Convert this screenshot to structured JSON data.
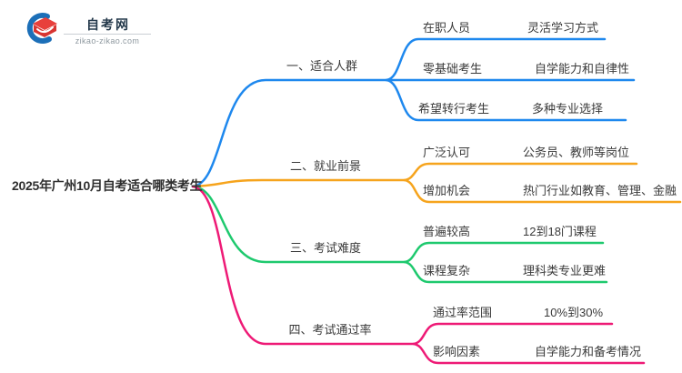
{
  "logo": {
    "name": "自考网",
    "domain": "zikao-zikao.com"
  },
  "root": {
    "title": "2025年广州10月自考适合哪类考生"
  },
  "branches": [
    {
      "label": "一、适合人群",
      "color": "#1e88ee",
      "children": [
        {
          "key": "在职人员",
          "value": "灵活学习方式"
        },
        {
          "key": "零基础考生",
          "value": "自学能力和自律性"
        },
        {
          "key": "希望转行考生",
          "value": "多种专业选择"
        }
      ]
    },
    {
      "label": "二、就业前景",
      "color": "#f6a41d",
      "children": [
        {
          "key": "广泛认可",
          "value": "公务员、教师等岗位"
        },
        {
          "key": "增加机会",
          "value": "热门行业如教育、管理、金融"
        }
      ]
    },
    {
      "label": "三、考试难度",
      "color": "#1ec96e",
      "children": [
        {
          "key": "普遍较高",
          "value": "12到18门课程"
        },
        {
          "key": "课程复杂",
          "value": "理科类专业更难"
        }
      ]
    },
    {
      "label": "四、考试通过率",
      "color": "#ee1a76",
      "children": [
        {
          "key": "通过率范围",
          "value": "10%到30%"
        },
        {
          "key": "影响因素",
          "value": "自学能力和备考情况"
        }
      ]
    }
  ]
}
